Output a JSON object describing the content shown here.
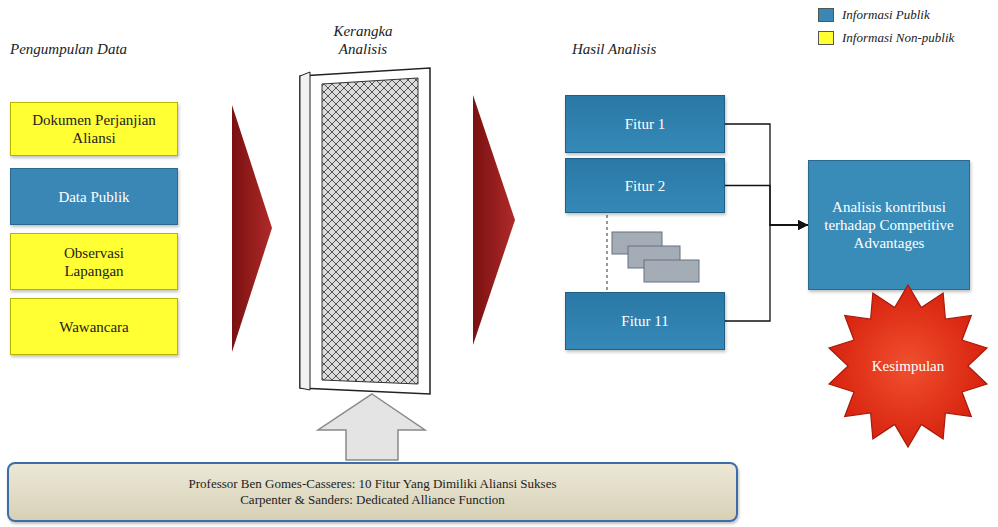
{
  "diagram": {
    "nodes": [
      {
        "text": [
          "Dokumen Perjanjian Aliansi"
        ]
      },
      {
        "text": [
          "Data Publik"
        ]
      },
      {
        "text": [
          "Observasi Lapangan"
        ]
      },
      {
        "text": [
          "Wawancara"
        ]
      },
      {
        "text": [
          "Fitur 1"
        ]
      },
      {
        "text": [
          "Fitur 2"
        ]
      },
      {
        "text": [
          "Fitur 11"
        ]
      },
      {
        "text": [
          "Analisis kontribusi terhadap Competitive Advantages"
        ]
      },
      {
        "text": [
          "Kesimpulan"
        ]
      },
      {
        "text": [
          "Professor Ben Gomes-Casseres: 10 Fitur Yang Dimiliki Aliansi Sukses",
          "Carpenter & Sanders: Dedicated Alliance Function"
        ]
      }
    ],
    "edges": [
      {
        "from": 4,
        "to": 7,
        "arrow": "to"
      },
      {
        "from": 5,
        "to": 7,
        "arrow": "to"
      },
      {
        "from": 6,
        "to": 7,
        "arrow": "to"
      }
    ],
    "labels": [
      "Pengumpulan Data",
      "Kerangka Analisis",
      "Hasil Analisis"
    ],
    "legend": [
      {
        "text": "Informasi Publik",
        "color": "#3a87b5"
      },
      {
        "text": "Informasi Non-publik",
        "color": "#ffff33"
      }
    ]
  }
}
